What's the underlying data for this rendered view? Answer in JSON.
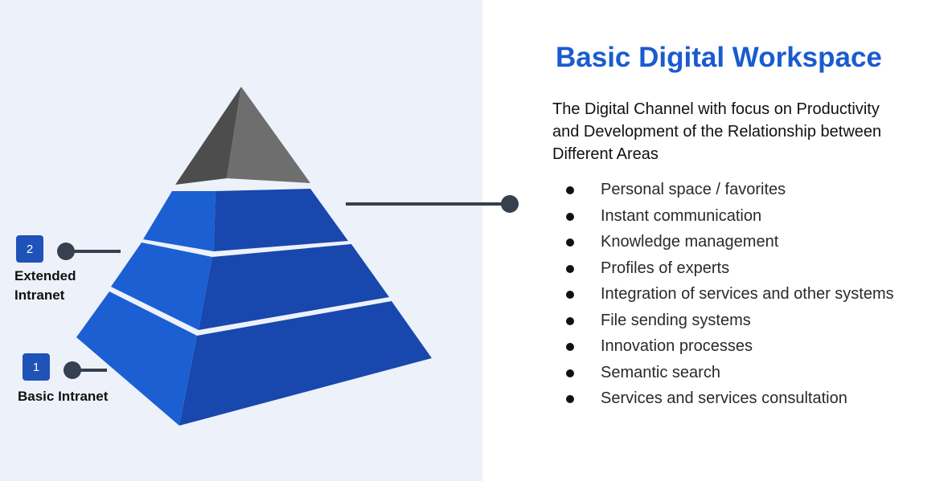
{
  "colors": {
    "background_left": "#edf1fa",
    "pyramid_blue": "#1f58c8",
    "pyramid_blue_dark": "#143f9e",
    "pyramid_top": "#555555",
    "accent_title": "#1a5bd0",
    "connector": "#36404e"
  },
  "pyramid": {
    "levels": [
      {
        "number": "1",
        "label": "Basic Intranet"
      },
      {
        "number": "2",
        "label": "Extended Intranet"
      }
    ]
  },
  "workspace": {
    "title": "Basic Digital Workspace",
    "subtitle": "The Digital Channel with focus on Productivity and Development of the Relationship between Different Areas",
    "features": [
      "Personal space / favorites",
      "Instant communication",
      "Knowledge management",
      "Profiles of experts",
      "Integration of services and other systems",
      "File sending systems",
      "Innovation processes",
      "Semantic search",
      "Services and services consultation"
    ]
  }
}
